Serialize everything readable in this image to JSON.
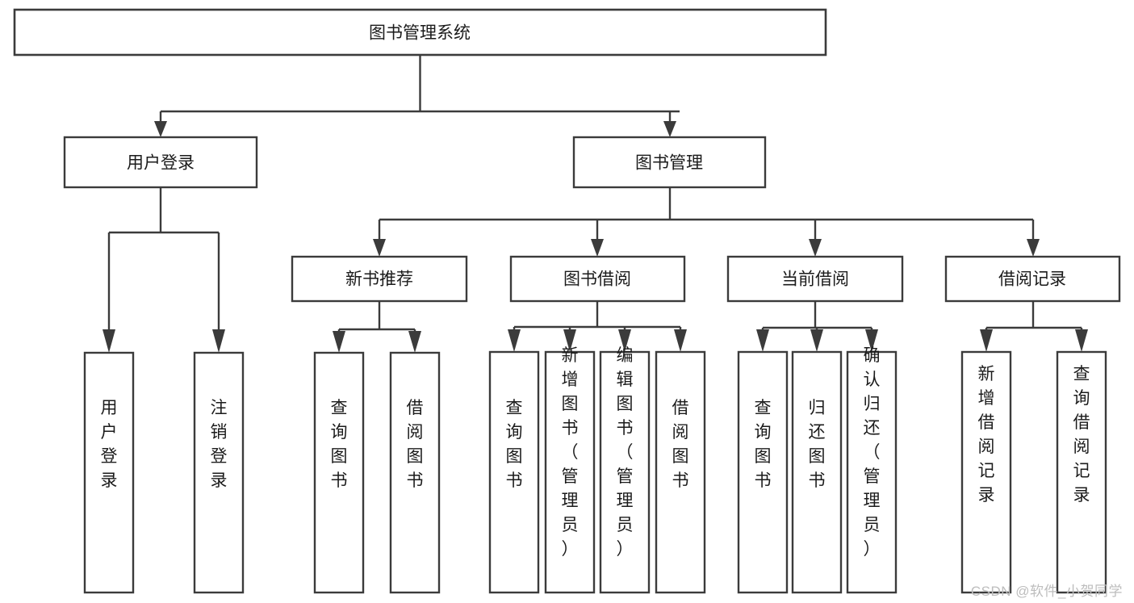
{
  "diagram": {
    "type": "tree-hierarchy",
    "title": "图书管理系统",
    "orientation": "top-down",
    "colors": {
      "box_stroke": "#3b3b3b",
      "box_fill": "#ffffff",
      "edge": "#3b3b3b",
      "text": "#1b1b1b",
      "watermark": "#bdbdbd",
      "background": "#ffffff"
    },
    "levels": [
      {
        "level": 0,
        "nodes": [
          {
            "id": "root",
            "label": "图书管理系统",
            "orientation": "horizontal"
          }
        ]
      },
      {
        "level": 1,
        "nodes": [
          {
            "id": "login",
            "label": "用户登录",
            "orientation": "horizontal",
            "parent": "root"
          },
          {
            "id": "bookmgmt",
            "label": "图书管理",
            "orientation": "horizontal",
            "parent": "root"
          }
        ]
      },
      {
        "level": 2,
        "nodes": [
          {
            "id": "newbook",
            "label": "新书推荐",
            "orientation": "horizontal",
            "parent": "bookmgmt"
          },
          {
            "id": "borrow",
            "label": "图书借阅",
            "orientation": "horizontal",
            "parent": "bookmgmt"
          },
          {
            "id": "current",
            "label": "当前借阅",
            "orientation": "horizontal",
            "parent": "bookmgmt"
          },
          {
            "id": "records",
            "label": "借阅记录",
            "orientation": "horizontal",
            "parent": "bookmgmt"
          }
        ]
      },
      {
        "level": 3,
        "nodes": [
          {
            "id": "leaf1",
            "label": "用户登录",
            "orientation": "vertical",
            "parent": "login"
          },
          {
            "id": "leaf2",
            "label": "注销登录",
            "orientation": "vertical",
            "parent": "login"
          },
          {
            "id": "leaf3",
            "label": "查询图书",
            "orientation": "vertical",
            "parent": "newbook"
          },
          {
            "id": "leaf4",
            "label": "借阅图书",
            "orientation": "vertical",
            "parent": "newbook"
          },
          {
            "id": "leaf5",
            "label": "查询图书",
            "orientation": "vertical",
            "parent": "borrow"
          },
          {
            "id": "leaf6",
            "label": "新增图书（管理员）",
            "orientation": "vertical",
            "parent": "borrow"
          },
          {
            "id": "leaf7",
            "label": "编辑图书（管理员）",
            "orientation": "vertical",
            "parent": "borrow"
          },
          {
            "id": "leaf8",
            "label": "借阅图书",
            "orientation": "vertical",
            "parent": "borrow"
          },
          {
            "id": "leaf9",
            "label": "查询图书",
            "orientation": "vertical",
            "parent": "current"
          },
          {
            "id": "leaf10",
            "label": "归还图书",
            "orientation": "vertical",
            "parent": "current"
          },
          {
            "id": "leaf11",
            "label": "确认归还（管理员）",
            "orientation": "vertical",
            "parent": "current"
          },
          {
            "id": "leaf12",
            "label": "新增借阅记录",
            "orientation": "vertical",
            "parent": "records"
          },
          {
            "id": "leaf13",
            "label": "查询借阅记录",
            "orientation": "vertical",
            "parent": "records"
          }
        ]
      }
    ]
  },
  "watermark": {
    "text": "CSDN @软件_小贺同学"
  }
}
